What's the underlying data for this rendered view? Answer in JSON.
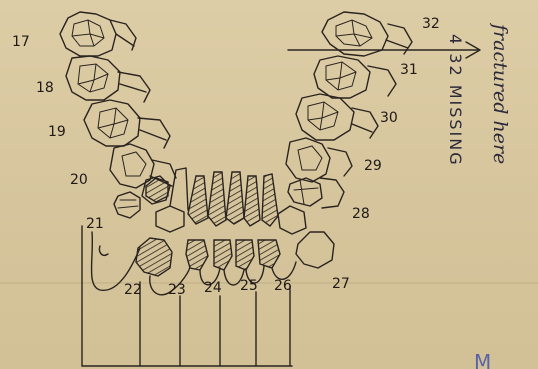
{
  "tooth_numbers": {
    "17": "17",
    "18": "18",
    "19": "19",
    "20": "20",
    "21": "21",
    "22": "22",
    "23": "23",
    "24": "24",
    "25": "25",
    "26": "26",
    "27": "27",
    "28": "28",
    "29": "29",
    "30": "30",
    "31": "31",
    "32": "32"
  },
  "annotation": {
    "line1": "fractured here",
    "line2": "4 32 MISSING",
    "margin_mark": "M"
  },
  "colors": {
    "paper": "#d9c9a0",
    "ink": "#2a2420",
    "note_ink": "#2b2a3a",
    "mark_blue": "#5a63a8"
  }
}
